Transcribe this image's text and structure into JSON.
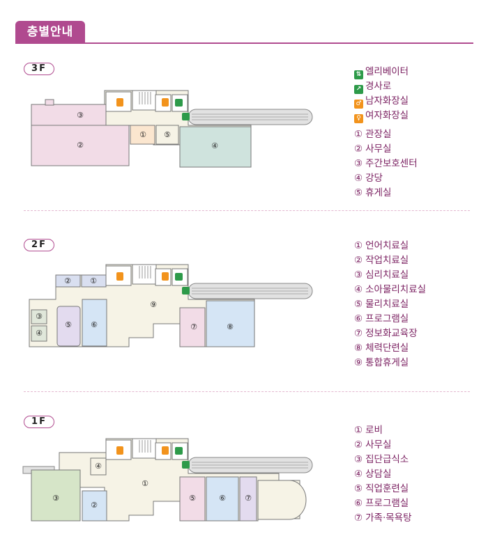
{
  "page": {
    "title": "층별안내"
  },
  "icons": {
    "elevator": "elevator-icon",
    "ramp": "ramp-icon",
    "men_restroom": "men-restroom-icon",
    "women_restroom": "women-restroom-icon"
  },
  "colors": {
    "accent": "#b04a8f",
    "legend_text": "#7a1f60",
    "icon_green": "#2d9a49",
    "icon_orange": "#f2931c"
  },
  "floors": [
    {
      "label": "3F",
      "symbols": [
        {
          "icon": "elevator-icon",
          "text": "엘리베이터"
        },
        {
          "icon": "ramp-icon",
          "text": "경사로"
        },
        {
          "icon": "men-restroom-icon",
          "text": "남자화장실"
        },
        {
          "icon": "women-restroom-icon",
          "text": "여자화장실"
        }
      ],
      "rooms": [
        {
          "num": "①",
          "name": "관장실"
        },
        {
          "num": "②",
          "name": "사무실"
        },
        {
          "num": "③",
          "name": "주간보호센터"
        },
        {
          "num": "④",
          "name": "강당"
        },
        {
          "num": "⑤",
          "name": "휴게실"
        }
      ]
    },
    {
      "label": "2F",
      "rooms": [
        {
          "num": "①",
          "name": "언어치료실"
        },
        {
          "num": "②",
          "name": "작업치료실"
        },
        {
          "num": "③",
          "name": "심리치료실"
        },
        {
          "num": "④",
          "name": "소아물리치료실"
        },
        {
          "num": "⑤",
          "name": "물리치료실"
        },
        {
          "num": "⑥",
          "name": "프로그램실"
        },
        {
          "num": "⑦",
          "name": "정보화교육장"
        },
        {
          "num": "⑧",
          "name": "체력단련실"
        },
        {
          "num": "⑨",
          "name": "통합휴게실"
        }
      ]
    },
    {
      "label": "1F",
      "rooms": [
        {
          "num": "①",
          "name": "로비"
        },
        {
          "num": "②",
          "name": "사무실"
        },
        {
          "num": "③",
          "name": "집단급식소"
        },
        {
          "num": "④",
          "name": "상담실"
        },
        {
          "num": "⑤",
          "name": "직업훈련실"
        },
        {
          "num": "⑥",
          "name": "프로그램실"
        },
        {
          "num": "⑦",
          "name": "가족·목욕탕"
        }
      ]
    }
  ]
}
